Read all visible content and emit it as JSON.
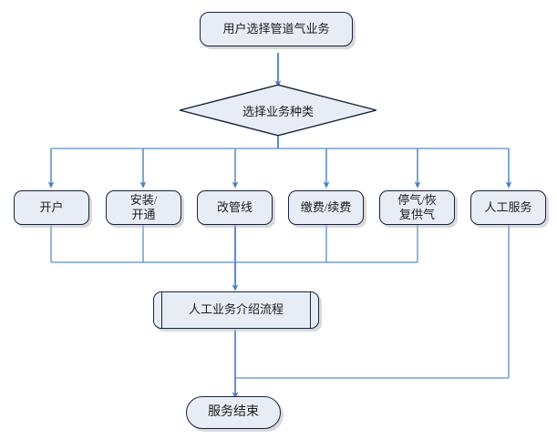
{
  "diagram": {
    "title_node": {
      "label": "用户选择管道气业务",
      "shape": "rounded-rectangle"
    },
    "decision": {
      "label": "选择业务种类",
      "shape": "diamond"
    },
    "options": [
      {
        "id": "open-account",
        "label": "开户"
      },
      {
        "id": "install-activate",
        "label": "安装/\n开通"
      },
      {
        "id": "change-pipeline",
        "label": "改管线"
      },
      {
        "id": "pay-renew",
        "label": "缴费/续费"
      },
      {
        "id": "stop-resume-gas",
        "label": "停气/恢\n复供气"
      },
      {
        "id": "manual-service",
        "label": "人工服务"
      }
    ],
    "process": {
      "label": "人工业务介绍流程",
      "shape": "predefined-process"
    },
    "end_node": {
      "label": "服务结束",
      "shape": "terminator"
    },
    "colors": {
      "node_fill": "#e8edf5",
      "node_border": "#17233a",
      "connector": "#5b8fc9",
      "arrow": "#4a7ebb",
      "background": "#ffffff",
      "text": "#1c1c1c"
    }
  }
}
